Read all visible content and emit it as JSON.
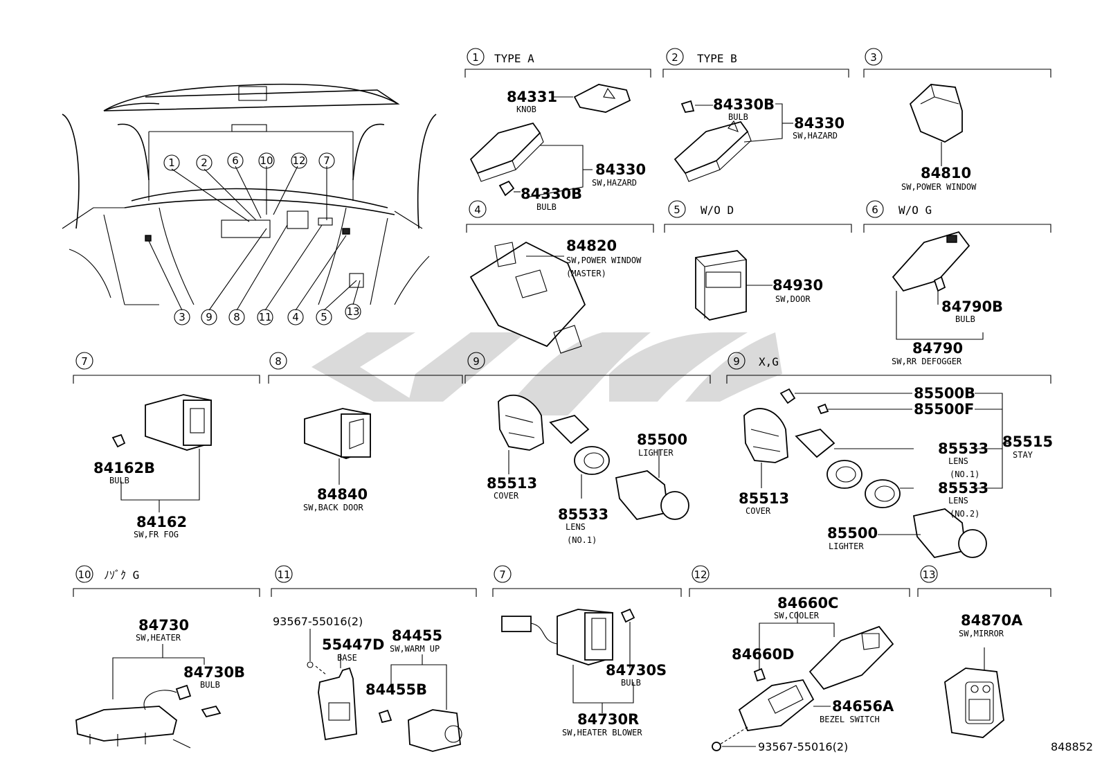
{
  "diagram_code": "848852",
  "watermark": "cpeu",
  "overview": {
    "callouts_top": [
      "1",
      "2",
      "6",
      "10",
      "12",
      "7"
    ],
    "callouts_bottom": [
      "3",
      "9",
      "8",
      "11",
      "4",
      "5",
      "13"
    ]
  },
  "sections": {
    "s1": {
      "num": "1",
      "title": "TYPE A"
    },
    "s2": {
      "num": "2",
      "title": "TYPE B"
    },
    "s3": {
      "num": "3",
      "title": ""
    },
    "s4": {
      "num": "4",
      "title": ""
    },
    "s5": {
      "num": "5",
      "title": "W/O D"
    },
    "s6": {
      "num": "6",
      "title": "W/O G"
    },
    "s7a": {
      "num": "7",
      "title": ""
    },
    "s8": {
      "num": "8",
      "title": ""
    },
    "s9a": {
      "num": "9",
      "title": ""
    },
    "s9b": {
      "num": "9",
      "title": "X,G"
    },
    "s10": {
      "num": "10",
      "title": "ﾉｿﾞｸ G"
    },
    "s11": {
      "num": "11",
      "title": ""
    },
    "s7b": {
      "num": "7",
      "title": ""
    },
    "s12": {
      "num": "12",
      "title": ""
    },
    "s13": {
      "num": "13",
      "title": ""
    }
  },
  "parts": {
    "p84331": {
      "num": "84331",
      "desc": "KNOB"
    },
    "p84330a": {
      "num": "84330",
      "desc": "SW,HAZARD"
    },
    "p84330Ba": {
      "num": "84330B",
      "desc": "BULB"
    },
    "p84330Bb": {
      "num": "84330B",
      "desc": "BULB"
    },
    "p84330b": {
      "num": "84330",
      "desc": "SW,HAZARD"
    },
    "p84810": {
      "num": "84810",
      "desc": "SW,POWER WINDOW"
    },
    "p84820": {
      "num": "84820",
      "desc": "SW,POWER WINDOW",
      "desc2": "(MASTER)"
    },
    "p84930": {
      "num": "84930",
      "desc": "SW,DOOR"
    },
    "p84790B": {
      "num": "84790B",
      "desc": "BULB"
    },
    "p84790": {
      "num": "84790",
      "desc": "SW,RR DEFOGGER"
    },
    "p84162B": {
      "num": "84162B",
      "desc": "BULB"
    },
    "p84162": {
      "num": "84162",
      "desc": "SW,FR FOG"
    },
    "p84840": {
      "num": "84840",
      "desc": "SW,BACK DOOR"
    },
    "p85513a": {
      "num": "85513",
      "desc": "COVER"
    },
    "p85533a": {
      "num": "85533",
      "desc": "LENS",
      "desc2": "(NO.1)"
    },
    "p85500a": {
      "num": "85500",
      "desc": "LIGHTER"
    },
    "p85500B": {
      "num": "85500B",
      "desc": ""
    },
    "p85500F": {
      "num": "85500F",
      "desc": ""
    },
    "p85515": {
      "num": "85515",
      "desc": "STAY"
    },
    "p85533b": {
      "num": "85533",
      "desc": "LENS",
      "desc2": "(NO.1)"
    },
    "p85533c": {
      "num": "85533",
      "desc": "LENS",
      "desc2": "(NO.2)"
    },
    "p85513b": {
      "num": "85513",
      "desc": "COVER"
    },
    "p85500b": {
      "num": "85500",
      "desc": "LIGHTER"
    },
    "p84730": {
      "num": "84730",
      "desc": "SW,HEATER"
    },
    "p84730B": {
      "num": "84730B",
      "desc": "BULB"
    },
    "p93567a": {
      "num": "93567-55016(2)",
      "desc": ""
    },
    "p55447D": {
      "num": "55447D",
      "desc": "BASE"
    },
    "p84455": {
      "num": "84455",
      "desc": "SW,WARM UP"
    },
    "p84455B": {
      "num": "84455B",
      "desc": ""
    },
    "p84730S": {
      "num": "84730S",
      "desc": "BULB"
    },
    "p84730R": {
      "num": "84730R",
      "desc": "SW,HEATER BLOWER"
    },
    "p84660C": {
      "num": "84660C",
      "desc": "SW,COOLER"
    },
    "p84660D": {
      "num": "84660D",
      "desc": ""
    },
    "p84656A": {
      "num": "84656A",
      "desc": "BEZEL SWITCH"
    },
    "p93567b": {
      "num": "93567-55016(2)",
      "desc": ""
    },
    "p84870A": {
      "num": "84870A",
      "desc": "SW,MIRROR"
    }
  }
}
